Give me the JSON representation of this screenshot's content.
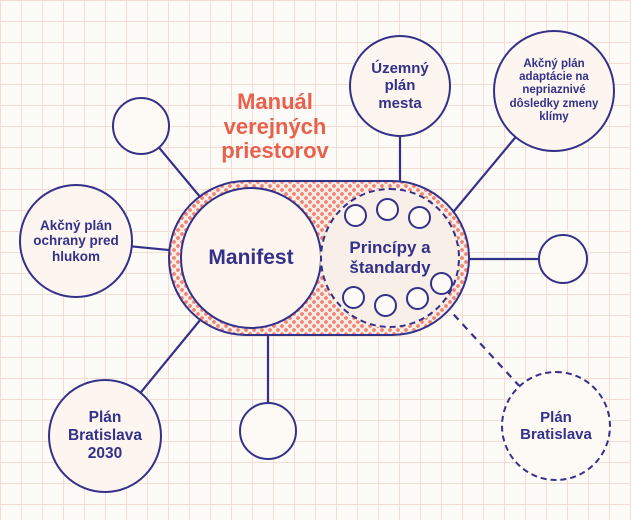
{
  "title": "Manuál verejných priestorov",
  "hub": {
    "manifest": "Manifest",
    "principles": "Princípy a štandardy"
  },
  "nodes": {
    "territorial_plan": "Územný plán mesta",
    "climate_adaptation_plan": "Akčný plán adaptácie na nepriaznivé dôsledky zmeny klímy",
    "noise_protection_plan": "Akčný plán ochrany pred hlukom",
    "plan_bratislava_2030": "Plán Bratislava 2030",
    "plan_bratislava": "Plán Bratislava"
  },
  "colors": {
    "navy": "#333189",
    "coral": "#e8614d",
    "background": "#fdfbf7",
    "grid_line": "#f5ddd6"
  }
}
